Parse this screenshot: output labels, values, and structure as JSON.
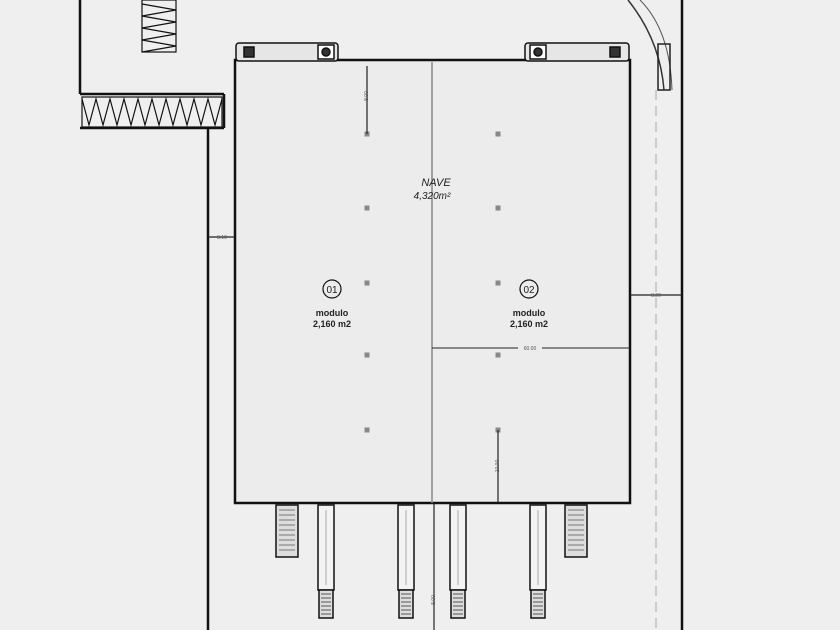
{
  "nave": {
    "title": "NAVE",
    "area": "4,320m²"
  },
  "modules": [
    {
      "number": "01",
      "label": "modulo",
      "area": "2,160 m2"
    },
    {
      "number": "02",
      "label": "modulo",
      "area": "2,160 m2"
    }
  ],
  "dimensions": {
    "top_column_gap": "8.00",
    "west_setback": "8.10",
    "east_setback": "8.20",
    "module_width": "60.00",
    "bottom_column_gap": "10.00",
    "ramp_depth": "8.00"
  },
  "colors": {
    "background": "#efefef",
    "building_fill": "#ececec",
    "line": "#111111"
  }
}
